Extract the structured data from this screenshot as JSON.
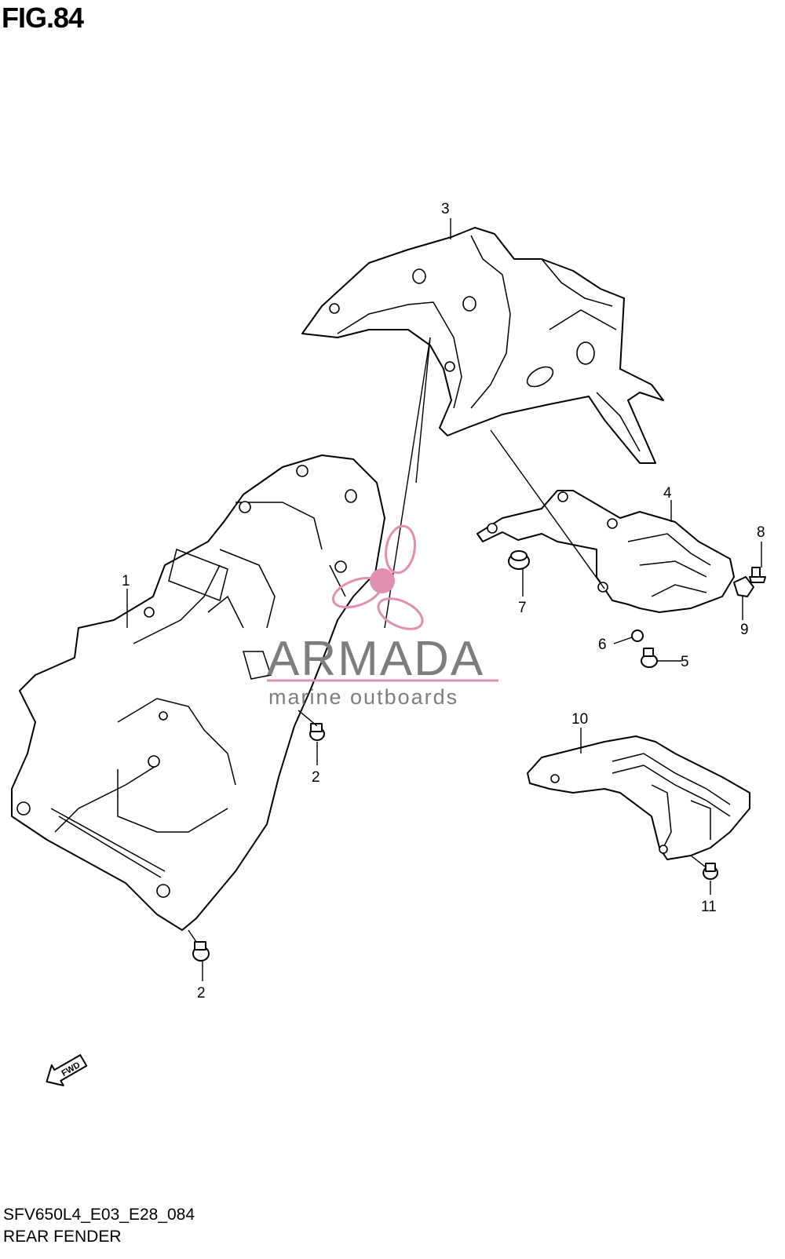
{
  "header": {
    "figure_label": "FIG.84"
  },
  "footer": {
    "model_code": "SFV650L4_E03_E28_084",
    "section_name": "REAR FENDER"
  },
  "callouts": [
    "1",
    "2",
    "2",
    "3",
    "4",
    "5",
    "6",
    "7",
    "8",
    "9",
    "10",
    "11"
  ],
  "fwd_arrow_label": "FWD",
  "watermark": {
    "brand": "ARMADA",
    "tagline": "marine outboards",
    "accent_color": "#e08fb0"
  },
  "colors": {
    "line": "#000000",
    "background": "#ffffff",
    "watermark_text": "#7d7d7d"
  }
}
